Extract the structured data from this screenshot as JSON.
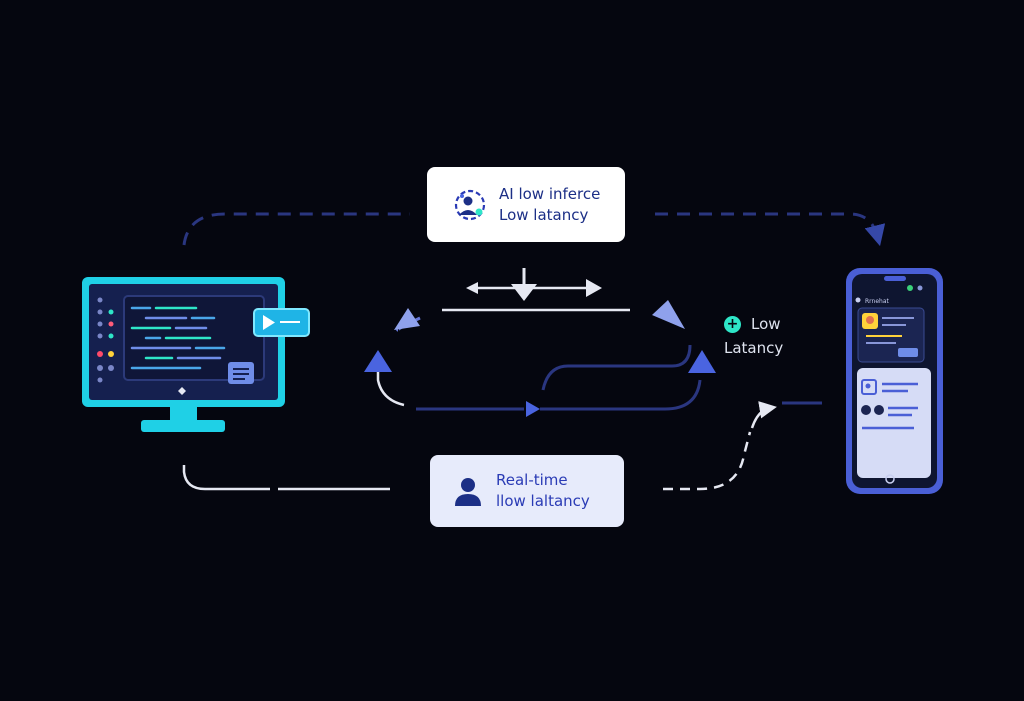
{
  "top_card": {
    "line1": "AI low inferce",
    "line2": "Low latancy",
    "icon": "ai-user-gear-icon"
  },
  "bottom_card": {
    "line1": "Real-time",
    "line2": "llow laltancy",
    "icon": "user-icon"
  },
  "side_label": {
    "badge": "+",
    "line1": "Low",
    "line2": "Latancy"
  },
  "phone_screen": {
    "header": "Rrnehat"
  },
  "colors": {
    "background": "#05060f",
    "monitor_frame": "#1fd0e6",
    "monitor_screen": "#15204f",
    "phone_frame": "#4a5fd6",
    "accent_blue": "#4a64e0",
    "accent_teal": "#2ee6c8",
    "wire_dark": "#2a3680",
    "wire_light": "#e6e8f2"
  }
}
